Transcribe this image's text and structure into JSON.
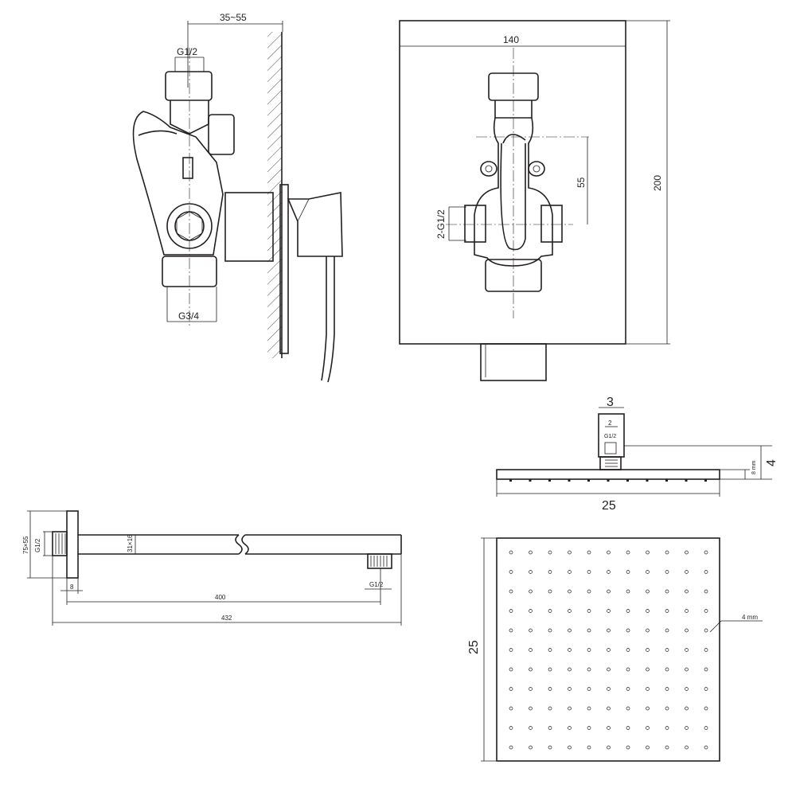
{
  "valve_side": {
    "dim_depth": "35~55",
    "dim_top_thread": "G1/2",
    "dim_bottom_thread": "G3/4"
  },
  "valve_front": {
    "dim_width": "140",
    "dim_height": "200",
    "dim_spacing": "55",
    "dim_outlets": "2-G1/2"
  },
  "head_side": {
    "dim_top": "3",
    "dim_inner": "2",
    "dim_thread": "G1/2",
    "dim_height": "4",
    "dim_plate": "8 mm",
    "dim_width": "25"
  },
  "arm": {
    "dim_flange": "75×55",
    "dim_thread_left": "G1/2",
    "dim_tube": "31×16",
    "dim_offset": "8",
    "dim_length": "400",
    "dim_total": "432",
    "dim_thread_right": "G1/2"
  },
  "head_plan": {
    "dim_side": "25",
    "dim_nozzle": "4 mm",
    "nozzle_rows": 11,
    "nozzle_cols": 11
  }
}
